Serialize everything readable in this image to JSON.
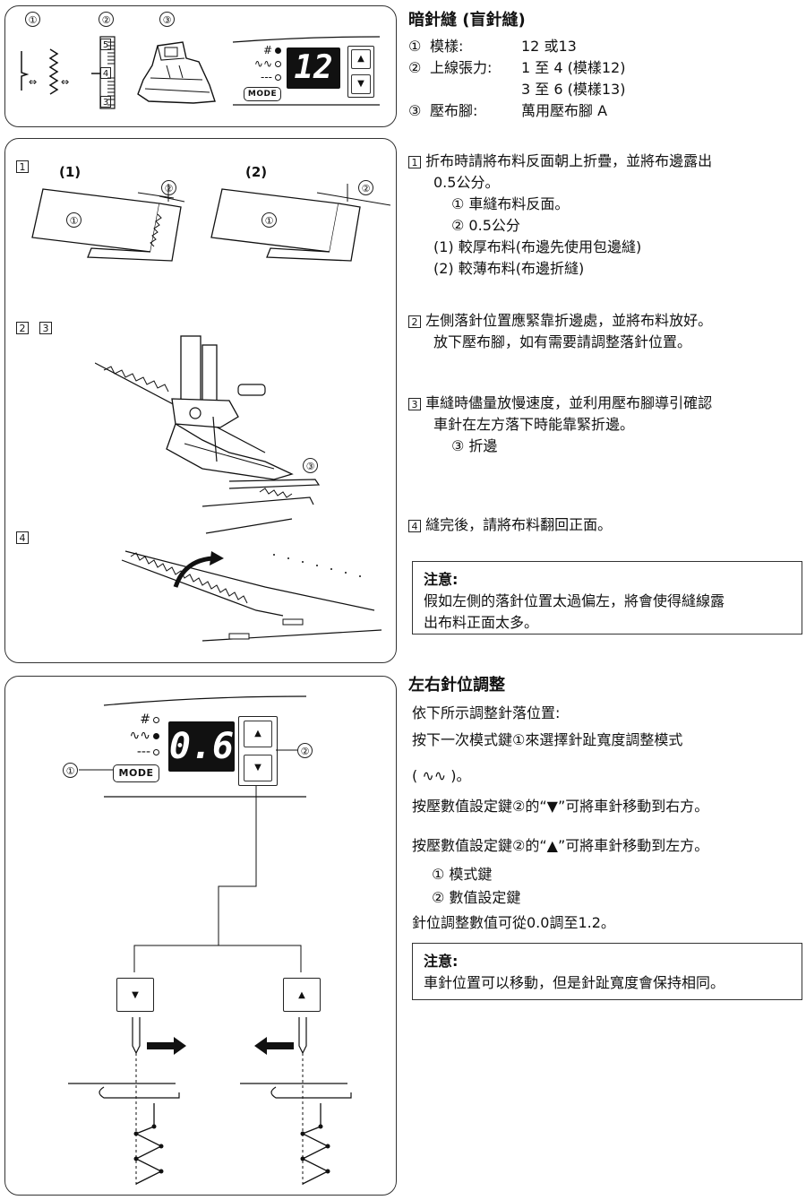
{
  "top_panel": {
    "markers": [
      "①",
      "②",
      "③"
    ],
    "dial_numbers": [
      "5",
      "4",
      "3"
    ],
    "display_value": "12",
    "mode_label": "MODE",
    "up_key": "▲",
    "down_key": "▼",
    "indicator_symbols": [
      "#",
      "∿∿",
      "---"
    ]
  },
  "blind": {
    "title": "暗針縫 (盲針縫)",
    "rows": [
      {
        "num": "①",
        "label": "模樣:",
        "value": "12 或13"
      },
      {
        "num": "②",
        "label": "上線張力:",
        "value": "1 至 4 (模樣12)"
      },
      {
        "num": "",
        "label": "",
        "value": "3 至 6 (模樣13)"
      },
      {
        "num": "③",
        "label": "壓布腳:",
        "value": "萬用壓布腳 A"
      }
    ]
  },
  "steps_panel": {
    "step_labels": [
      "1",
      "2",
      "3",
      "4"
    ],
    "fig1_label": "(1)",
    "fig2_label": "(2)",
    "circle1": "①",
    "circle2": "②",
    "circle3": "③"
  },
  "steps": {
    "s1_num": "1",
    "s1_line1": "折布時請將布料反面朝上折疊，並將布邊露出",
    "s1_line2": "0.5公分。",
    "s1_sub1": "① 車縫布料反面。",
    "s1_sub2": "② 0.5公分",
    "s1_sub3": "(1) 較厚布料(布邊先使用包邊縫)",
    "s1_sub4": "(2) 較薄布料(布邊折縫)",
    "s2_num": "2",
    "s2_line1": "左側落針位置應緊靠折邊處，並將布料放好。",
    "s2_line2": "放下壓布腳，如有需要請調整落針位置。",
    "s3_num": "3",
    "s3_line1": "車縫時儘量放慢速度，並利用壓布腳導引確認",
    "s3_line2": "車針在左方落下時能靠緊折邊。",
    "s3_sub": "③ 折邊",
    "s4_num": "4",
    "s4_line": "縫完後，請將布料翻回正面。"
  },
  "note1": {
    "title": "注意:",
    "line1": "假如左側的落針位置太過偏左，將會使得縫線露",
    "line2": "出布料正面太多。"
  },
  "adjust_panel": {
    "display_value": "0.6",
    "mode_label": "MODE",
    "up_key": "▲",
    "down_key": "▼",
    "circle1": "①",
    "circle2": "②",
    "indicator_symbols": [
      "#",
      "∿∿",
      "---"
    ]
  },
  "adjust": {
    "title": "左右針位調整",
    "line1": "依下所示調整針落位置:",
    "line2": "按下一次模式鍵①來選擇針趾寬度調整模式",
    "line3": "( ∿∿ )。",
    "line4": "按壓數值設定鍵②的“▼”可將車針移動到右方。",
    "line5": "按壓數值設定鍵②的“▲”可將車針移動到左方。",
    "item1": "① 模式鍵",
    "item2": "② 數值設定鍵",
    "line6": "針位調整數值可從0.0調至1.2。"
  },
  "note2": {
    "title": "注意:",
    "line1": "車針位置可以移動，但是針趾寬度會保持相同。"
  }
}
